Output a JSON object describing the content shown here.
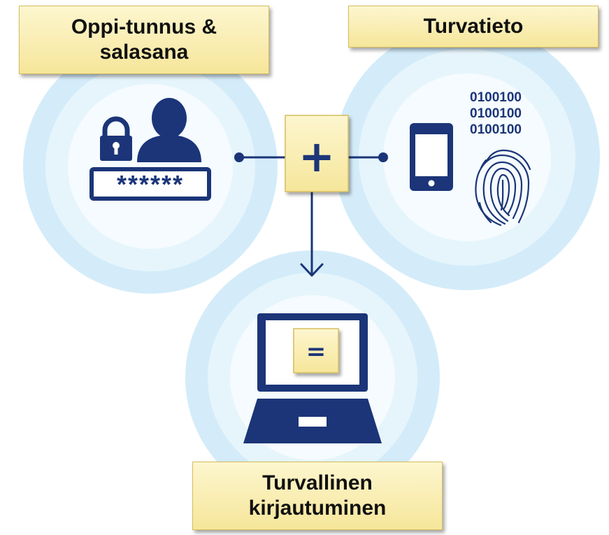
{
  "labels": {
    "credentials_line1": "Oppi-tunnus &",
    "credentials_line2": "salasana",
    "security_info": "Turvatieto",
    "result_line1": "Turvallinen",
    "result_line2": "kirjautuminen"
  },
  "operators": {
    "plus": "+",
    "equals": "="
  },
  "password_mask": "******",
  "binary_rows": [
    "0100100",
    "0100100",
    "0100100"
  ],
  "colors": {
    "navy": "#1b3578",
    "circle_outer": "#d4ecf9",
    "circle_inner": "#e6f5fc",
    "label_fill": "#f6e69a",
    "label_border": "#d6bd5c"
  },
  "icons": [
    "lock-icon",
    "user-icon",
    "password-field-icon",
    "phone-icon",
    "fingerprint-icon",
    "laptop-icon",
    "arrow-down-icon"
  ]
}
